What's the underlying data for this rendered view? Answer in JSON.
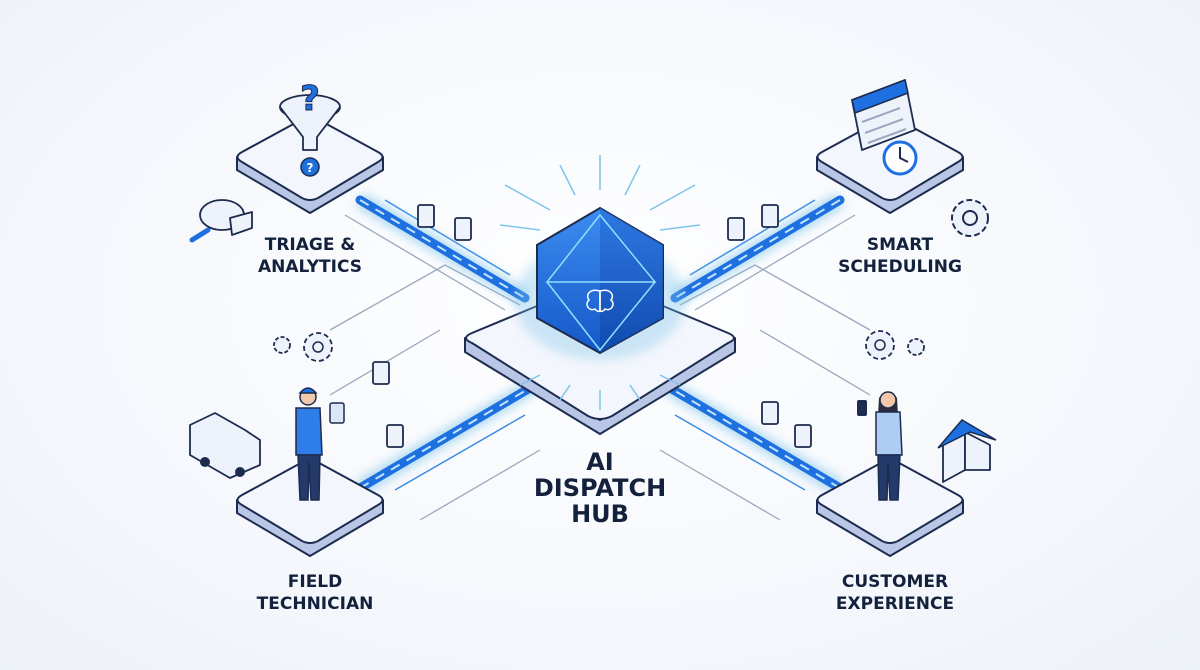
{
  "hub": {
    "title_lines": [
      "AI",
      "DISPATCH",
      "HUB"
    ],
    "icon": "brain-icon"
  },
  "nodes": [
    {
      "id": "triage",
      "label_lines": [
        "TRIAGE &",
        "ANALYTICS"
      ],
      "icons": [
        "funnel-icon",
        "question-icon",
        "pie-chart-magnifier-icon"
      ]
    },
    {
      "id": "scheduling",
      "label_lines": [
        "SMART",
        "SCHEDULING"
      ],
      "icons": [
        "calendar-icon",
        "clock-icon",
        "gear-icon"
      ]
    },
    {
      "id": "technician",
      "label_lines": [
        "FIELD",
        "TECHNICIAN"
      ],
      "icons": [
        "technician-icon",
        "van-icon",
        "gears-icon"
      ]
    },
    {
      "id": "customer",
      "label_lines": [
        "CUSTOMER",
        "EXPERIENCE"
      ],
      "icons": [
        "customer-icon",
        "house-icon",
        "gears-icon"
      ]
    }
  ],
  "colors": {
    "accent": "#1e6fe0",
    "text": "#14213d",
    "platform": "#f3f6fc",
    "glow": "#7ec4ea"
  }
}
